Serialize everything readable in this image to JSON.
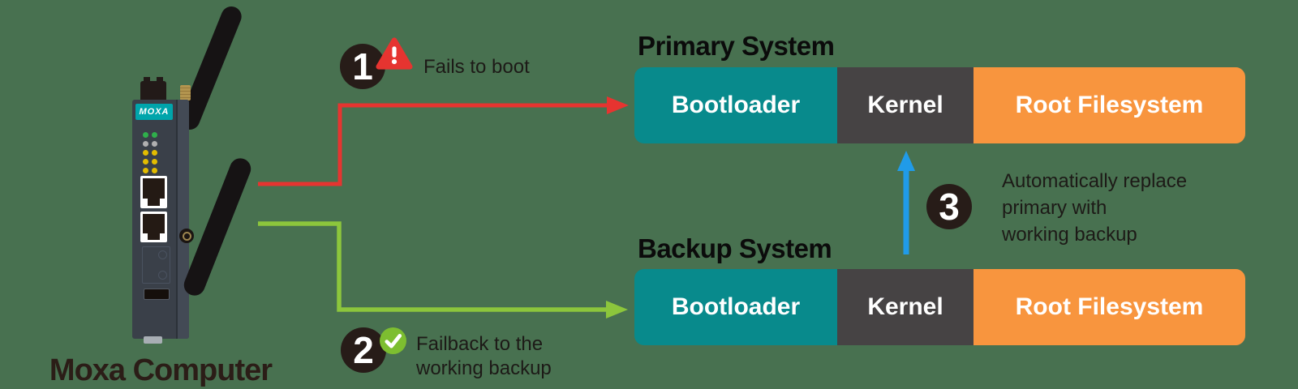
{
  "background_color": "#487150",
  "device": {
    "logo": "MOXA",
    "label": "Moxa Computer"
  },
  "systems": {
    "primary": {
      "title": "Primary System",
      "segments": [
        {
          "label": "Bootloader",
          "color": "#088A8C"
        },
        {
          "label": "Kernel",
          "color": "#464344"
        },
        {
          "label": "Root Filesystem",
          "color": "#F8953E"
        }
      ]
    },
    "backup": {
      "title": "Backup System",
      "segments": [
        {
          "label": "Bootloader",
          "color": "#088A8C"
        },
        {
          "label": "Kernel",
          "color": "#464344"
        },
        {
          "label": "Root Filesystem",
          "color": "#F8953E"
        }
      ]
    }
  },
  "steps": [
    {
      "number": "1",
      "icon": "warning-triangle",
      "text_lines": [
        "Fails to boot"
      ]
    },
    {
      "number": "2",
      "icon": "check-circle",
      "text_lines": [
        "Failback to the",
        "working backup"
      ]
    },
    {
      "number": "3",
      "icon": "",
      "text_lines": [
        "Automatically replace",
        "primary with",
        "working backup"
      ]
    }
  ],
  "arrows": {
    "fail_color": "#E63430",
    "failback_color": "#8CC63C",
    "replace_color": "#209BE8"
  }
}
